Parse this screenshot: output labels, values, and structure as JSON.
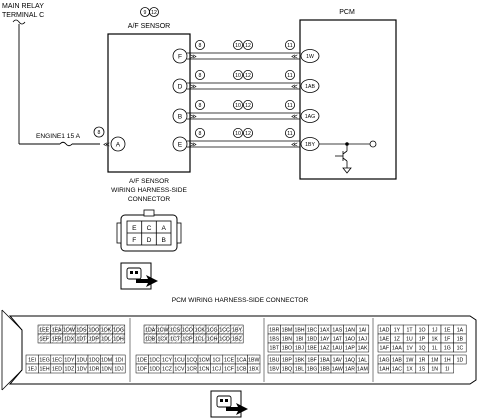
{
  "main_relay": {
    "line1": "MAIN RELAY",
    "line2": "TERMINAL C"
  },
  "af_sensor": {
    "refs": [
      "9",
      "12"
    ],
    "title": "A/F SENSOR",
    "pins": [
      "F",
      "D",
      "B",
      "E",
      "A"
    ]
  },
  "pcm": {
    "title": "PCM",
    "pins": [
      "1W",
      "1AB",
      "1AG",
      "1BY"
    ]
  },
  "wire_refs": {
    "left": "8",
    "mid": [
      "10",
      "12"
    ],
    "right": "11"
  },
  "fuse": {
    "label": "ENGINE1 15 A",
    "ref": "8"
  },
  "af_connector": {
    "caption_lines": [
      "A/F SENSOR",
      "WIRING HARNESS-SIDE",
      "CONNECTOR"
    ],
    "rows": [
      [
        "E",
        "C",
        "A"
      ],
      [
        "F",
        "D",
        "B"
      ]
    ]
  },
  "pcm_connector": {
    "title": "PCM WIRING HARNESS-SIDE CONNECTOR",
    "block1_row1": [
      "1EE",
      "1EA",
      "1DW",
      "1DS",
      "1DO",
      "1DK",
      "1DG"
    ],
    "block1_row2": [
      "1EF",
      "1EB",
      "1DX",
      "1DT",
      "1DP",
      "1DL",
      "1DH"
    ],
    "block1_row3": [
      "1EI",
      "1EG",
      "1EC",
      "1DY",
      "1DU",
      "1DQ",
      "1DM",
      "1DI"
    ],
    "block1_row4": [
      "1EJ",
      "1EH",
      "1ED",
      "1DZ",
      "1DV",
      "1DR",
      "1DN",
      "1DJ"
    ],
    "block2_row1": [
      "1DA",
      "1CW",
      "1CS",
      "1CO",
      "1CK",
      "1CG",
      "1CC",
      "1BY"
    ],
    "block2_row2": [
      "1DB",
      "1CX",
      "1CT",
      "1CP",
      "1CL",
      "1CH",
      "1CD",
      "1BZ"
    ],
    "block2_row3": [
      "1DE",
      "1DC",
      "1CY",
      "1CU",
      "1CQ",
      "1CM",
      "1CI",
      "1CE",
      "1CA",
      "1BW"
    ],
    "block2_row4": [
      "1DF",
      "1DD",
      "1CZ",
      "1CV",
      "1CR",
      "1CN",
      "1CJ",
      "1CF",
      "1CB",
      "1BX"
    ],
    "block3_row1": [
      "1BR",
      "1BM",
      "1BH",
      "1BC",
      "1AX",
      "1AS",
      "1AN",
      "1AI"
    ],
    "block3_row2": [
      "1BS",
      "1BN",
      "1BI",
      "1BD",
      "1AY",
      "1AT",
      "1AO",
      "1AJ"
    ],
    "block3_row3": [
      "1BT",
      "1BO",
      "1BJ",
      "1BE",
      "1AZ",
      "1AU",
      "1AP",
      "1AK"
    ],
    "block3_row4": [
      "1BU",
      "1BP",
      "1BK",
      "1BF",
      "1BA",
      "1AV",
      "1AQ",
      "1AL"
    ],
    "block3_row5": [
      "1BV",
      "1BQ",
      "1BL",
      "1BG",
      "1BB",
      "1AW",
      "1AR",
      "1AM"
    ],
    "block4_row1": [
      "1AD",
      "1Y",
      "1T",
      "1O",
      "1J",
      "1E",
      "1A"
    ],
    "block4_row2": [
      "1AE",
      "1Z",
      "1U",
      "1P",
      "1K",
      "1F",
      "1B"
    ],
    "block4_row3": [
      "1AF",
      "1AA",
      "1V",
      "1Q",
      "1L",
      "1G",
      "1C"
    ],
    "block4_row4": [
      "1AG",
      "1AB",
      "1W",
      "1R",
      "1M",
      "1H",
      "1D"
    ],
    "block4_row5": [
      "1AH",
      "1AC",
      "1X",
      "1S",
      "1N",
      "1I"
    ]
  }
}
